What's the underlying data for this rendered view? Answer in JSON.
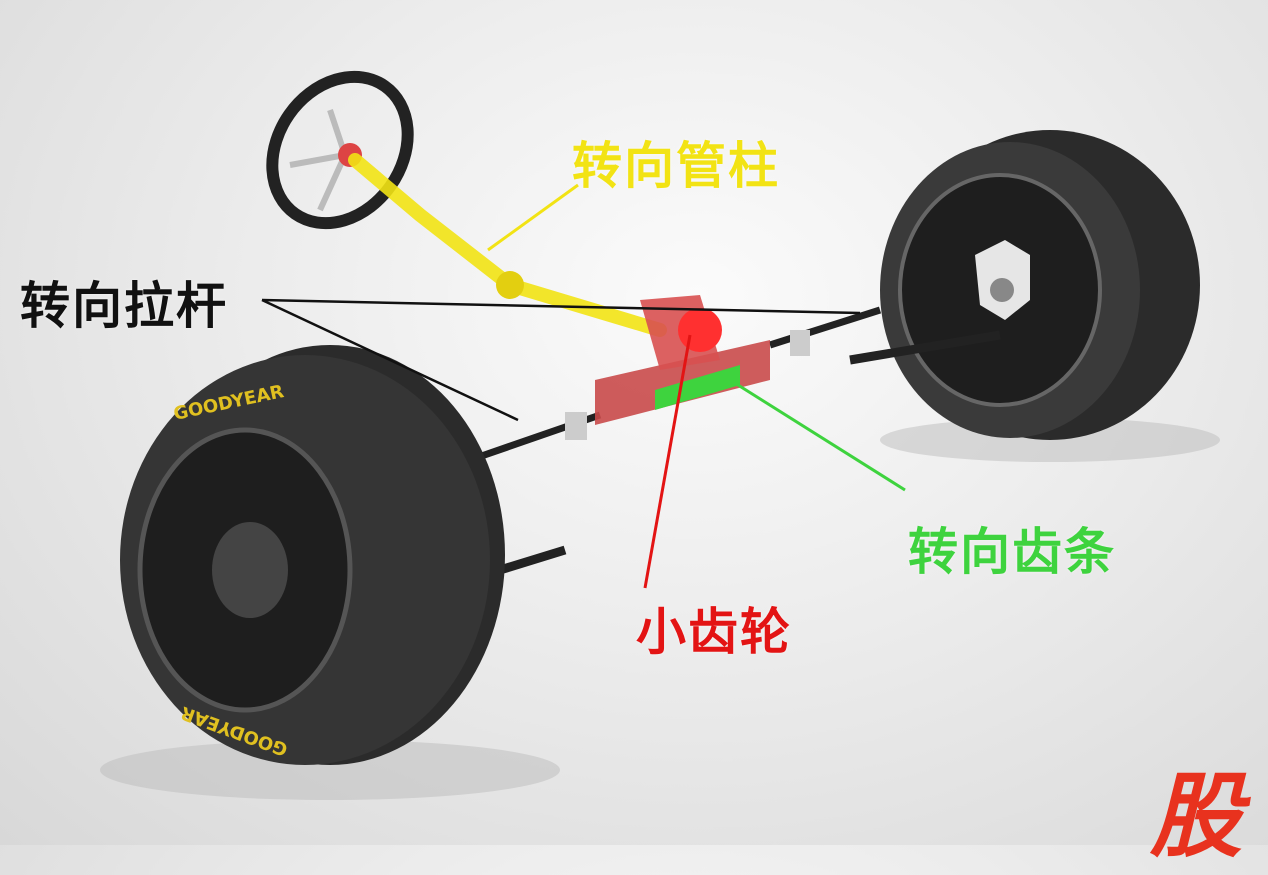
{
  "labels": {
    "steering_column": "转向管柱",
    "tie_rod": "转向拉杆",
    "steering_rack": "转向齿条",
    "pinion_gear": "小齿轮"
  },
  "tire_brand": "GOODYEAR",
  "watermark": "股",
  "colors": {
    "steering_column": "#f2e314",
    "tie_rod": "#111111",
    "steering_rack": "#3ed33e",
    "pinion_gear": "#e31414",
    "watermark": "#e8321e"
  }
}
